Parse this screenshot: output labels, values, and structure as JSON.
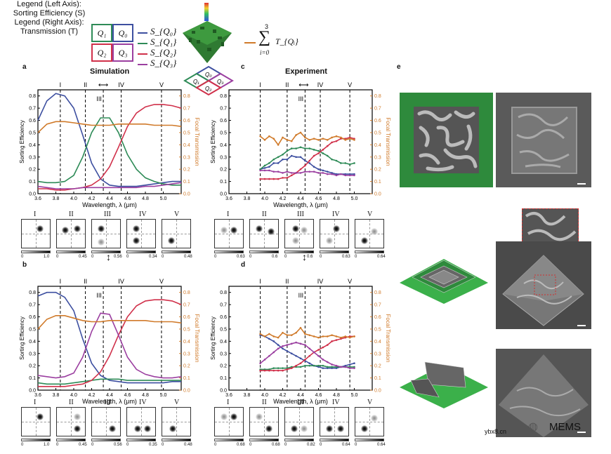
{
  "legend_left": {
    "title_line1": "Legend (Left Axis):",
    "title_line2": "Sorting Efficiency (S)",
    "quadrants": [
      "Q₁",
      "Q₀",
      "Q₂",
      "Q₃"
    ],
    "entries": [
      "S_{Q₀}",
      "S_{Q₁}",
      "S_{Q₂}",
      "S_{Q₃}"
    ],
    "colors": {
      "q0": "#3d4fa0",
      "q1": "#2e8b57",
      "q2": "#d0304a",
      "q3": "#9b3fa0"
    }
  },
  "legend_right": {
    "title_line1": "Legend (Right Axis):",
    "title_line2": "Transmission (T)",
    "sum_top": "3",
    "sum_bottom": "i=0",
    "sum_term": "T_{Qᵢ}",
    "color": "#d07a2a"
  },
  "panel_letters": {
    "a": "a",
    "b": "b",
    "c": "c",
    "d": "d",
    "e": "e"
  },
  "section_titles": {
    "simulation": "Simulation",
    "experiment": "Experiment"
  },
  "axes": {
    "ylabel_left": "Sorting Efficiency",
    "ylabel_right": "Focal Transmission",
    "xlabel": "Wavelength, λ (μm)"
  },
  "roman": [
    "I",
    "II",
    "III",
    "IV",
    "V"
  ],
  "chart_data": [
    {
      "type": "line",
      "panel": "a",
      "xlim": [
        3.6,
        5.2
      ],
      "ylim": [
        0,
        0.85
      ],
      "x": [
        3.6,
        3.7,
        3.8,
        3.9,
        4.0,
        4.1,
        4.2,
        4.3,
        4.4,
        4.5,
        4.6,
        4.7,
        4.8,
        4.9,
        5.0,
        5.1,
        5.2
      ],
      "series": [
        {
          "name": "S_Q0",
          "color": "#3d4fa0",
          "values": [
            0.6,
            0.76,
            0.82,
            0.8,
            0.7,
            0.48,
            0.25,
            0.12,
            0.07,
            0.06,
            0.06,
            0.06,
            0.07,
            0.08,
            0.09,
            0.1,
            0.1
          ]
        },
        {
          "name": "S_Q1",
          "color": "#2e8b57",
          "values": [
            0.1,
            0.09,
            0.09,
            0.1,
            0.15,
            0.3,
            0.5,
            0.62,
            0.62,
            0.5,
            0.32,
            0.2,
            0.13,
            0.1,
            0.08,
            0.07,
            0.07
          ]
        },
        {
          "name": "S_Q2",
          "color": "#d0304a",
          "values": [
            0.04,
            0.04,
            0.03,
            0.03,
            0.04,
            0.05,
            0.07,
            0.12,
            0.22,
            0.38,
            0.55,
            0.66,
            0.71,
            0.73,
            0.73,
            0.72,
            0.7
          ]
        },
        {
          "name": "S_Q3",
          "color": "#9b3fa0",
          "values": [
            0.06,
            0.05,
            0.04,
            0.04,
            0.04,
            0.05,
            0.05,
            0.05,
            0.05,
            0.05,
            0.05,
            0.05,
            0.06,
            0.06,
            0.07,
            0.08,
            0.09
          ]
        },
        {
          "name": "T",
          "color": "#d07a2a",
          "axis": "right",
          "values": [
            0.5,
            0.57,
            0.59,
            0.59,
            0.58,
            0.57,
            0.56,
            0.56,
            0.56,
            0.57,
            0.57,
            0.57,
            0.57,
            0.56,
            0.56,
            0.56,
            0.55
          ]
        }
      ],
      "vlines": [
        3.85,
        4.13,
        4.33,
        4.53,
        4.98
      ]
    },
    {
      "type": "line",
      "panel": "b",
      "xlim": [
        3.6,
        5.2
      ],
      "ylim": [
        0,
        0.85
      ],
      "x": [
        3.6,
        3.7,
        3.8,
        3.9,
        4.0,
        4.1,
        4.2,
        4.3,
        4.4,
        4.5,
        4.6,
        4.7,
        4.8,
        4.9,
        5.0,
        5.1,
        5.2
      ],
      "series": [
        {
          "name": "S_Q0",
          "color": "#3d4fa0",
          "values": [
            0.77,
            0.8,
            0.8,
            0.76,
            0.65,
            0.42,
            0.22,
            0.12,
            0.08,
            0.07,
            0.06,
            0.06,
            0.06,
            0.06,
            0.06,
            0.07,
            0.07
          ]
        },
        {
          "name": "S_Q1",
          "color": "#2e8b57",
          "values": [
            0.06,
            0.05,
            0.05,
            0.05,
            0.06,
            0.07,
            0.08,
            0.09,
            0.09,
            0.09,
            0.08,
            0.08,
            0.08,
            0.08,
            0.08,
            0.08,
            0.08
          ]
        },
        {
          "name": "S_Q2",
          "color": "#d0304a",
          "values": [
            0.03,
            0.03,
            0.03,
            0.03,
            0.04,
            0.05,
            0.08,
            0.15,
            0.28,
            0.45,
            0.6,
            0.69,
            0.73,
            0.74,
            0.74,
            0.73,
            0.7
          ]
        },
        {
          "name": "S_Q3",
          "color": "#9b3fa0",
          "values": [
            0.12,
            0.11,
            0.1,
            0.11,
            0.14,
            0.27,
            0.48,
            0.63,
            0.62,
            0.45,
            0.27,
            0.17,
            0.13,
            0.11,
            0.1,
            0.1,
            0.11
          ]
        },
        {
          "name": "T",
          "color": "#d07a2a",
          "axis": "right",
          "values": [
            0.5,
            0.58,
            0.61,
            0.61,
            0.59,
            0.57,
            0.56,
            0.56,
            0.57,
            0.57,
            0.57,
            0.57,
            0.57,
            0.56,
            0.56,
            0.56,
            0.55
          ]
        }
      ],
      "vlines": [
        3.85,
        4.13,
        4.33,
        4.53,
        4.98
      ]
    },
    {
      "type": "line",
      "panel": "c",
      "xlim": [
        3.6,
        5.2
      ],
      "ylim": [
        0,
        0.85
      ],
      "x": [
        3.95,
        4.0,
        4.05,
        4.1,
        4.15,
        4.2,
        4.25,
        4.3,
        4.35,
        4.4,
        4.45,
        4.5,
        4.55,
        4.6,
        4.65,
        4.7,
        4.75,
        4.8,
        4.85,
        4.9,
        4.95,
        5.0
      ],
      "series": [
        {
          "name": "S_Q0",
          "color": "#3d4fa0",
          "values": [
            0.2,
            0.21,
            0.22,
            0.25,
            0.25,
            0.28,
            0.28,
            0.31,
            0.3,
            0.3,
            0.27,
            0.25,
            0.22,
            0.2,
            0.19,
            0.18,
            0.17,
            0.16,
            0.16,
            0.16,
            0.16,
            0.16
          ]
        },
        {
          "name": "S_Q1",
          "color": "#2e8b57",
          "values": [
            0.2,
            0.23,
            0.25,
            0.28,
            0.3,
            0.32,
            0.35,
            0.37,
            0.37,
            0.38,
            0.37,
            0.37,
            0.36,
            0.35,
            0.33,
            0.31,
            0.28,
            0.27,
            0.25,
            0.25,
            0.24,
            0.25
          ]
        },
        {
          "name": "S_Q2",
          "color": "#d0304a",
          "values": [
            0.12,
            0.12,
            0.12,
            0.12,
            0.12,
            0.13,
            0.13,
            0.15,
            0.17,
            0.2,
            0.23,
            0.27,
            0.31,
            0.33,
            0.36,
            0.39,
            0.42,
            0.43,
            0.45,
            0.45,
            0.46,
            0.45
          ]
        },
        {
          "name": "S_Q3",
          "color": "#9b3fa0",
          "values": [
            0.19,
            0.19,
            0.19,
            0.18,
            0.18,
            0.17,
            0.18,
            0.17,
            0.17,
            0.17,
            0.18,
            0.18,
            0.18,
            0.17,
            0.17,
            0.16,
            0.16,
            0.15,
            0.16,
            0.15,
            0.15,
            0.15
          ]
        },
        {
          "name": "T",
          "color": "#d07a2a",
          "axis": "right",
          "values": [
            0.47,
            0.44,
            0.47,
            0.45,
            0.4,
            0.46,
            0.44,
            0.43,
            0.48,
            0.5,
            0.46,
            0.44,
            0.45,
            0.44,
            0.45,
            0.44,
            0.46,
            0.47,
            0.46,
            0.44,
            0.45,
            0.44
          ]
        }
      ],
      "vlines": [
        3.95,
        4.25,
        4.45,
        4.62,
        4.95
      ]
    },
    {
      "type": "line",
      "panel": "d",
      "xlim": [
        3.6,
        5.2
      ],
      "ylim": [
        0,
        0.85
      ],
      "x": [
        3.95,
        4.0,
        4.05,
        4.1,
        4.15,
        4.2,
        4.25,
        4.3,
        4.35,
        4.4,
        4.45,
        4.5,
        4.55,
        4.6,
        4.65,
        4.7,
        4.75,
        4.8,
        4.85,
        4.9,
        4.95,
        5.0
      ],
      "series": [
        {
          "name": "S_Q0",
          "color": "#3d4fa0",
          "values": [
            0.45,
            0.44,
            0.42,
            0.4,
            0.37,
            0.34,
            0.32,
            0.3,
            0.28,
            0.26,
            0.24,
            0.22,
            0.2,
            0.19,
            0.18,
            0.18,
            0.18,
            0.18,
            0.19,
            0.2,
            0.21,
            0.22
          ]
        },
        {
          "name": "S_Q1",
          "color": "#2e8b57",
          "values": [
            0.17,
            0.17,
            0.17,
            0.18,
            0.18,
            0.18,
            0.18,
            0.19,
            0.19,
            0.19,
            0.2,
            0.2,
            0.2,
            0.2,
            0.2,
            0.19,
            0.19,
            0.19,
            0.19,
            0.19,
            0.19,
            0.19
          ]
        },
        {
          "name": "S_Q2",
          "color": "#d0304a",
          "values": [
            0.16,
            0.16,
            0.16,
            0.16,
            0.16,
            0.16,
            0.17,
            0.18,
            0.2,
            0.22,
            0.25,
            0.28,
            0.31,
            0.33,
            0.35,
            0.37,
            0.4,
            0.41,
            0.42,
            0.43,
            0.44,
            0.44
          ]
        },
        {
          "name": "S_Q3",
          "color": "#9b3fa0",
          "values": [
            0.22,
            0.25,
            0.28,
            0.31,
            0.34,
            0.36,
            0.37,
            0.38,
            0.39,
            0.38,
            0.37,
            0.34,
            0.31,
            0.28,
            0.25,
            0.23,
            0.21,
            0.2,
            0.19,
            0.19,
            0.18,
            0.18
          ]
        },
        {
          "name": "T",
          "color": "#d07a2a",
          "axis": "right",
          "values": [
            0.46,
            0.44,
            0.46,
            0.44,
            0.43,
            0.47,
            0.45,
            0.45,
            0.47,
            0.51,
            0.46,
            0.45,
            0.44,
            0.43,
            0.44,
            0.44,
            0.45,
            0.44,
            0.43,
            0.44,
            0.43,
            0.44
          ]
        }
      ],
      "vlines": [
        3.95,
        4.25,
        4.45,
        4.62,
        4.95
      ]
    }
  ],
  "ticks": {
    "x": [
      "3.6",
      "3.8",
      "4.0",
      "4.2",
      "4.4",
      "4.6",
      "4.8",
      "5.0"
    ],
    "x_values": [
      3.6,
      3.8,
      4.0,
      4.2,
      4.4,
      4.6,
      4.8,
      5.0
    ],
    "y": [
      "0.0",
      "0.1",
      "0.2",
      "0.3",
      "0.4",
      "0.5",
      "0.6",
      "0.7",
      "0.8"
    ],
    "y_values": [
      0,
      0.1,
      0.2,
      0.3,
      0.4,
      0.5,
      0.6,
      0.7,
      0.8
    ]
  },
  "colorbars": {
    "a": [
      [
        "0",
        "1.0"
      ],
      [
        "0",
        "0.45"
      ],
      [
        "0",
        "0.56"
      ],
      [
        "0",
        "0.34"
      ],
      [
        "0",
        "0.48"
      ]
    ],
    "c": [
      [
        "0",
        "0.63"
      ],
      [
        "0",
        "0.6"
      ],
      [
        "0",
        "0.6"
      ],
      [
        "0",
        "0.63"
      ],
      [
        "0",
        "0.64"
      ]
    ],
    "b": [
      [
        "0",
        "1.0"
      ],
      [
        "0",
        "0.45"
      ],
      [
        "0",
        "0.56"
      ],
      [
        "0",
        "0.35"
      ],
      [
        "0",
        "0.48"
      ]
    ],
    "d": [
      [
        "0",
        "0.68"
      ],
      [
        "0",
        "0.68"
      ],
      [
        "0",
        "0.82"
      ],
      [
        "0",
        "0.64"
      ],
      [
        "0",
        "0.64"
      ]
    ]
  },
  "watermark": {
    "site": "ybx8.cn",
    "brand": "MEMS"
  }
}
